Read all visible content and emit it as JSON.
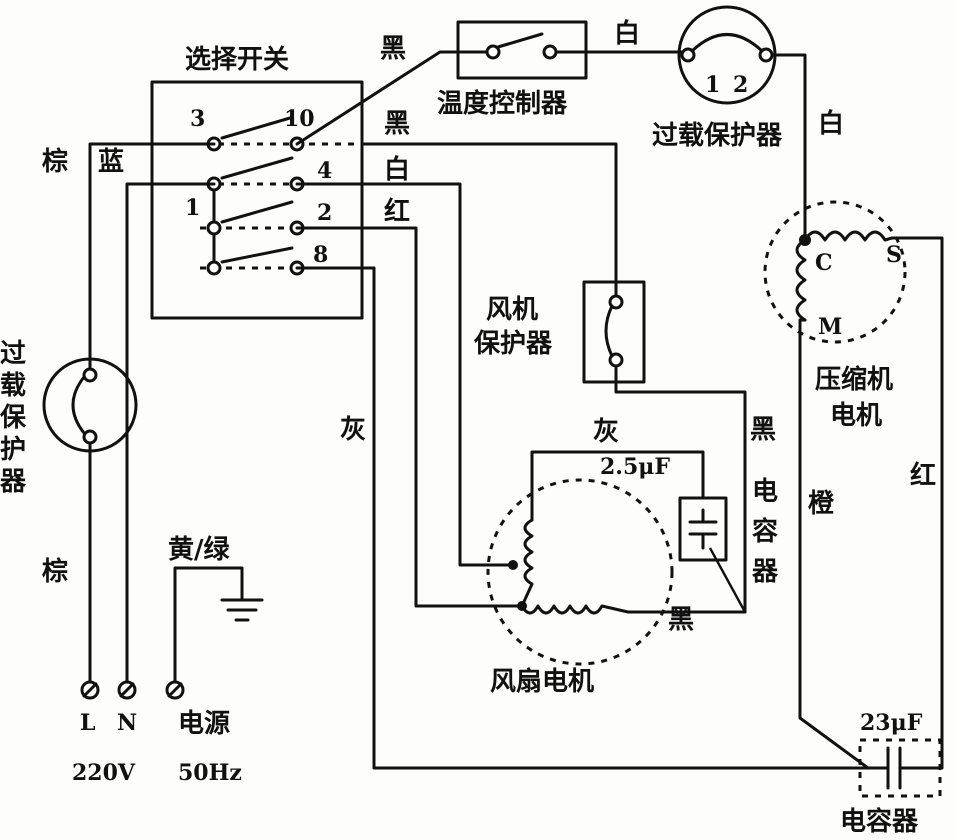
{
  "selector_switch": {
    "title": "选择开关",
    "terminals": [
      "3",
      "10",
      "4",
      "1",
      "2",
      "8"
    ]
  },
  "thermostat": {
    "label": "温度控制器"
  },
  "compressor_overload": {
    "label": "过载保护器",
    "terminals": [
      "1",
      "2"
    ]
  },
  "main_overload": {
    "label_chars": [
      "过",
      "载",
      "保",
      "护",
      "器"
    ]
  },
  "fan_protector": {
    "line1": "风机",
    "line2": "保护器"
  },
  "compressor_motor": {
    "line1": "压缩机",
    "line2": "电机",
    "terminal_c": "C",
    "terminal_s": "S",
    "terminal_m": "M"
  },
  "fan_motor": {
    "label": "风扇电机"
  },
  "fan_capacitor": {
    "value": "2.5μF",
    "label_chars": [
      "电",
      "容",
      "器"
    ]
  },
  "comp_capacitor": {
    "value": "23μF",
    "label": "电容器"
  },
  "wire_colors": {
    "black": "黑",
    "white": "白",
    "red": "红",
    "gray": "灰",
    "brown": "棕",
    "blue": "蓝",
    "orange": "橙",
    "yellow_green": "黄/绿"
  },
  "power": {
    "terminal_l": "L",
    "terminal_n": "N",
    "label": "电源",
    "voltage": "220V",
    "frequency": "50Hz"
  }
}
